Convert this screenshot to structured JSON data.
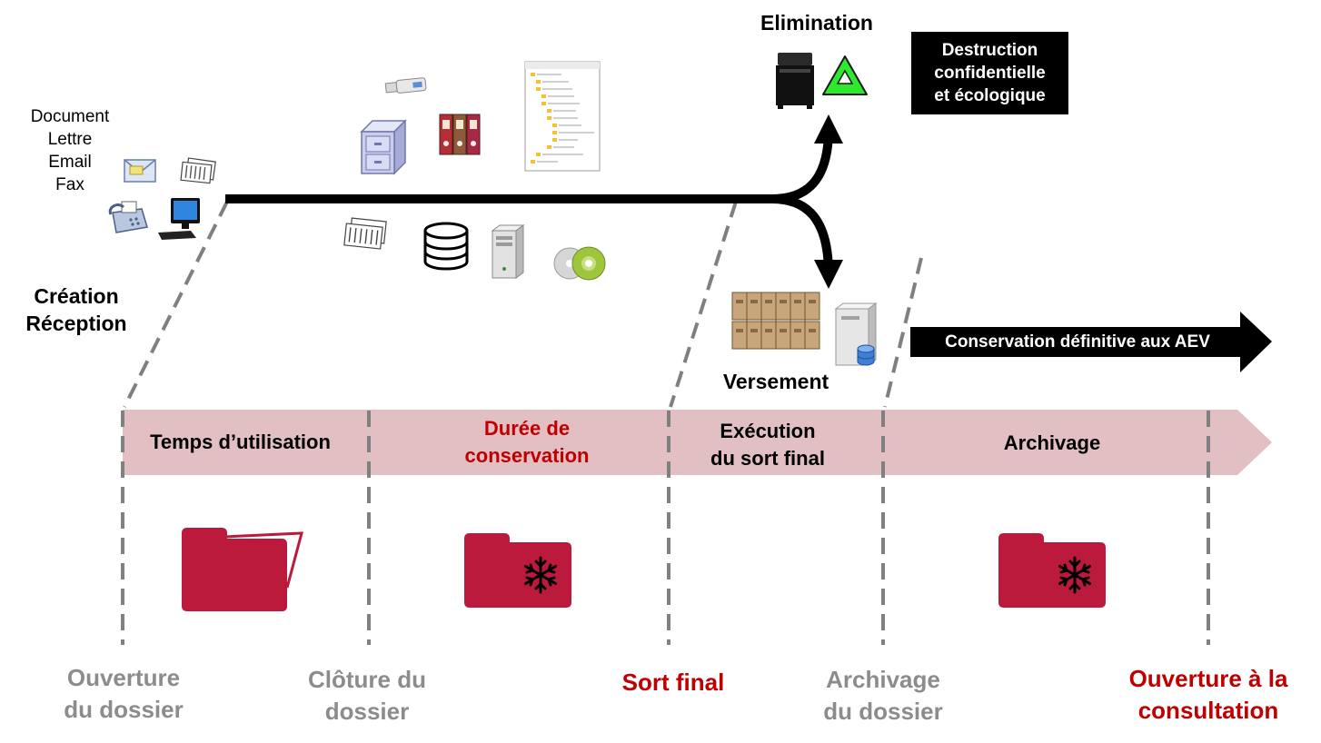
{
  "source_types": [
    "Document",
    "Lettre",
    "Email",
    "Fax"
  ],
  "creation": [
    "Création",
    "Réception"
  ],
  "elimination": {
    "title": "Elimination",
    "box": [
      "Destruction",
      "confidentielle",
      "et écologique"
    ]
  },
  "versement": "Versement",
  "conservation_arrow": "Conservation définitive aux AEV",
  "phases": [
    {
      "lines": [
        "Temps d’utilisation"
      ]
    },
    {
      "lines": [
        "Durée de",
        "conservation"
      ]
    },
    {
      "lines": [
        "Exécution",
        "du sort final"
      ]
    },
    {
      "lines": [
        "Archivage"
      ]
    }
  ],
  "milestones": [
    {
      "lines": [
        "Ouverture",
        "du dossier"
      ]
    },
    {
      "lines": [
        "Clôture du",
        "dossier"
      ]
    },
    {
      "lines": [
        "Sort final"
      ]
    },
    {
      "lines": [
        "Archivage",
        "du dossier"
      ]
    },
    {
      "lines": [
        "Ouverture à la",
        "consultation"
      ]
    }
  ],
  "colors": {
    "band": "#e1bfc3",
    "folder": "#bc1a3c",
    "accent_red": "#c00000",
    "milestone_gray": "#8c8c8c",
    "dash_gray": "#808080",
    "recycle_green": "#2ee82e"
  },
  "icons": {
    "sources": [
      "envelope-icon",
      "fax-pages-icon",
      "fax-machine-icon",
      "computer-icon"
    ],
    "storage": [
      "usb-drive-icon",
      "filing-cabinet-icon",
      "binders-icon",
      "folder-tree-icon",
      "paper-sheets-icon",
      "database-icon",
      "server-tower-icon",
      "cd-disc-icon"
    ],
    "elimination": [
      "shredder-icon",
      "recycle-icon"
    ],
    "versement": [
      "archive-boxes-icon",
      "archive-server-icon"
    ],
    "folders": [
      "open-folder-icon",
      "frozen-folder-icon",
      "frozen-folder-icon"
    ]
  }
}
